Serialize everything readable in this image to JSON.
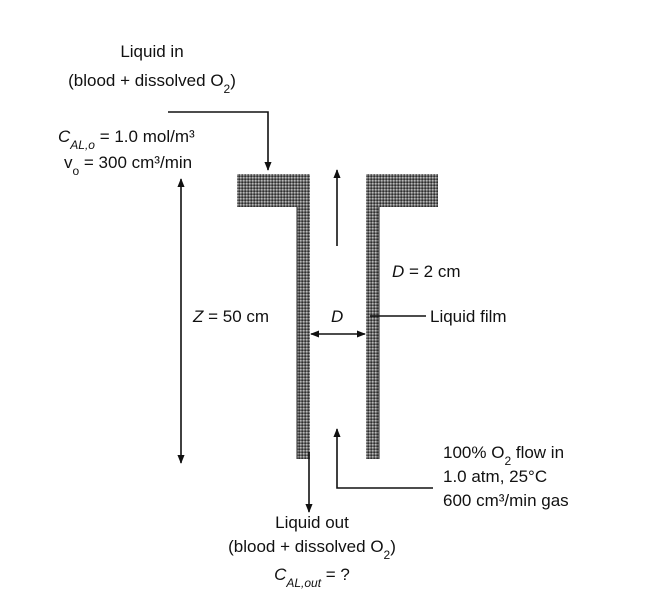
{
  "labels": {
    "liquid_in": {
      "line1": "Liquid in",
      "line2_pre": "(blood + dissolved O",
      "line2_sub": "2",
      "line2_post": ")"
    },
    "c_in": {
      "sym": "C",
      "sub": "AL,o",
      "rest": " = 1.0 mol/m³"
    },
    "v_in": {
      "sym": "v",
      "sub": "o",
      "rest": " = 300 cm³/min"
    },
    "d_eq": {
      "sym": "D",
      "rest": " = 2 cm"
    },
    "z_eq": {
      "sym": "Z",
      "rest": " = 50 cm"
    },
    "d_mark": "D",
    "liquid_film": "Liquid film",
    "gas": {
      "line1_pre": "100% O",
      "line1_sub": "2",
      "line1_post": " flow in",
      "line2": "1.0 atm, 25°C",
      "line3": "600 cm³/min gas"
    },
    "liquid_out": {
      "line1": "Liquid out",
      "line2_pre": "(blood + dissolved O",
      "line2_sub": "2",
      "line2_post": ")",
      "line3_sym": "C",
      "line3_sub": "AL,out",
      "line3_rest": " = ?"
    }
  }
}
